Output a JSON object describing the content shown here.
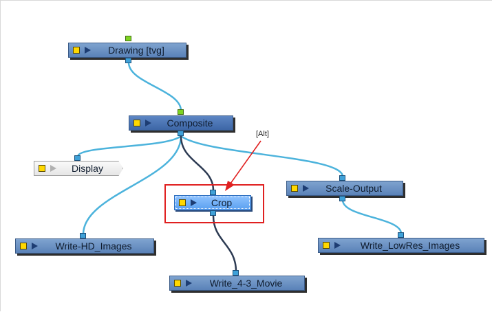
{
  "nodes": {
    "drawing": "Drawing  [tvg]",
    "composite": "Composite",
    "display": "Display",
    "crop": "Crop",
    "scale_output": "Scale-Output",
    "write_hd": "Write-HD_Images",
    "write_movie": "Write_4-3_Movie",
    "write_lowres": "Write_LowRes_Images"
  },
  "annotation": {
    "alt_label": "[Alt]",
    "highlight_color": "#e02020"
  },
  "colors": {
    "wire_blue": "#4cb3dc",
    "wire_dark": "#2c3a52",
    "node_blue": "#6d92c5",
    "node_selected": "#6aaaf4",
    "enable_yellow": "#ffd800"
  }
}
